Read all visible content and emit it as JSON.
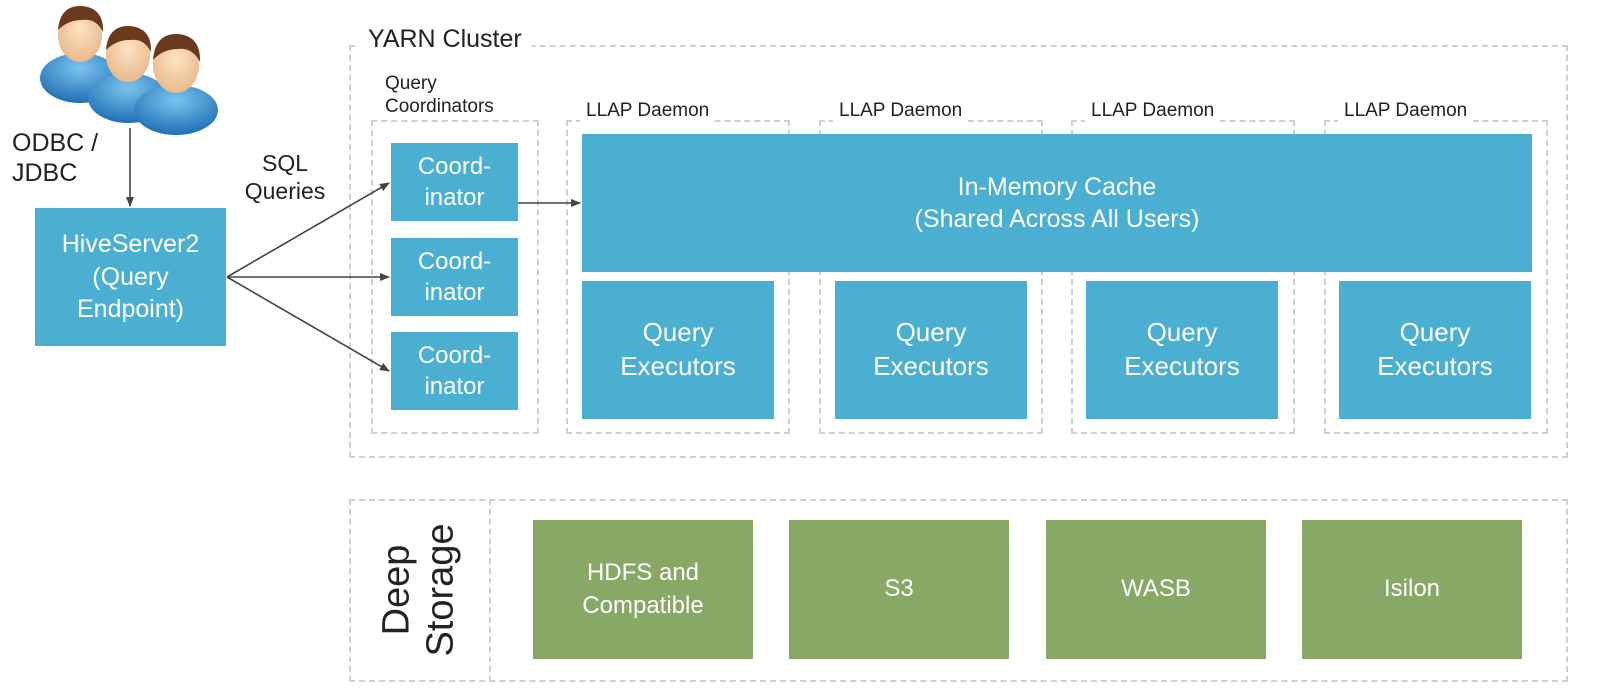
{
  "users": {
    "icon": "users-group-icon",
    "protocol_label": "ODBC /\nJDBC"
  },
  "hiveserver": {
    "label": "HiveServer2\n(Query\nEndpoint)"
  },
  "sql_label": "SQL\nQueries",
  "yarn": {
    "title": "YARN Cluster",
    "coordinators_title": "Query\nCoordinators",
    "coordinators": [
      "Coord-\ninator",
      "Coord-\ninator",
      "Coord-\ninator"
    ],
    "daemon_labels": [
      "LLAP Daemon",
      "LLAP Daemon",
      "LLAP Daemon",
      "LLAP Daemon"
    ],
    "cache_label": "In-Memory Cache\n(Shared Across All Users)",
    "executors": [
      "Query\nExecutors",
      "Query\nExecutors",
      "Query\nExecutors",
      "Query\nExecutors"
    ]
  },
  "storage": {
    "title": "Deep\nStorage",
    "items": [
      "HDFS and\nCompatible",
      "S3",
      "WASB",
      "Isilon"
    ]
  },
  "colors": {
    "component_blue": "#4bafd2",
    "storage_green": "#87a965",
    "dashed_border": "#cfcfcf",
    "arrow": "#444444"
  }
}
